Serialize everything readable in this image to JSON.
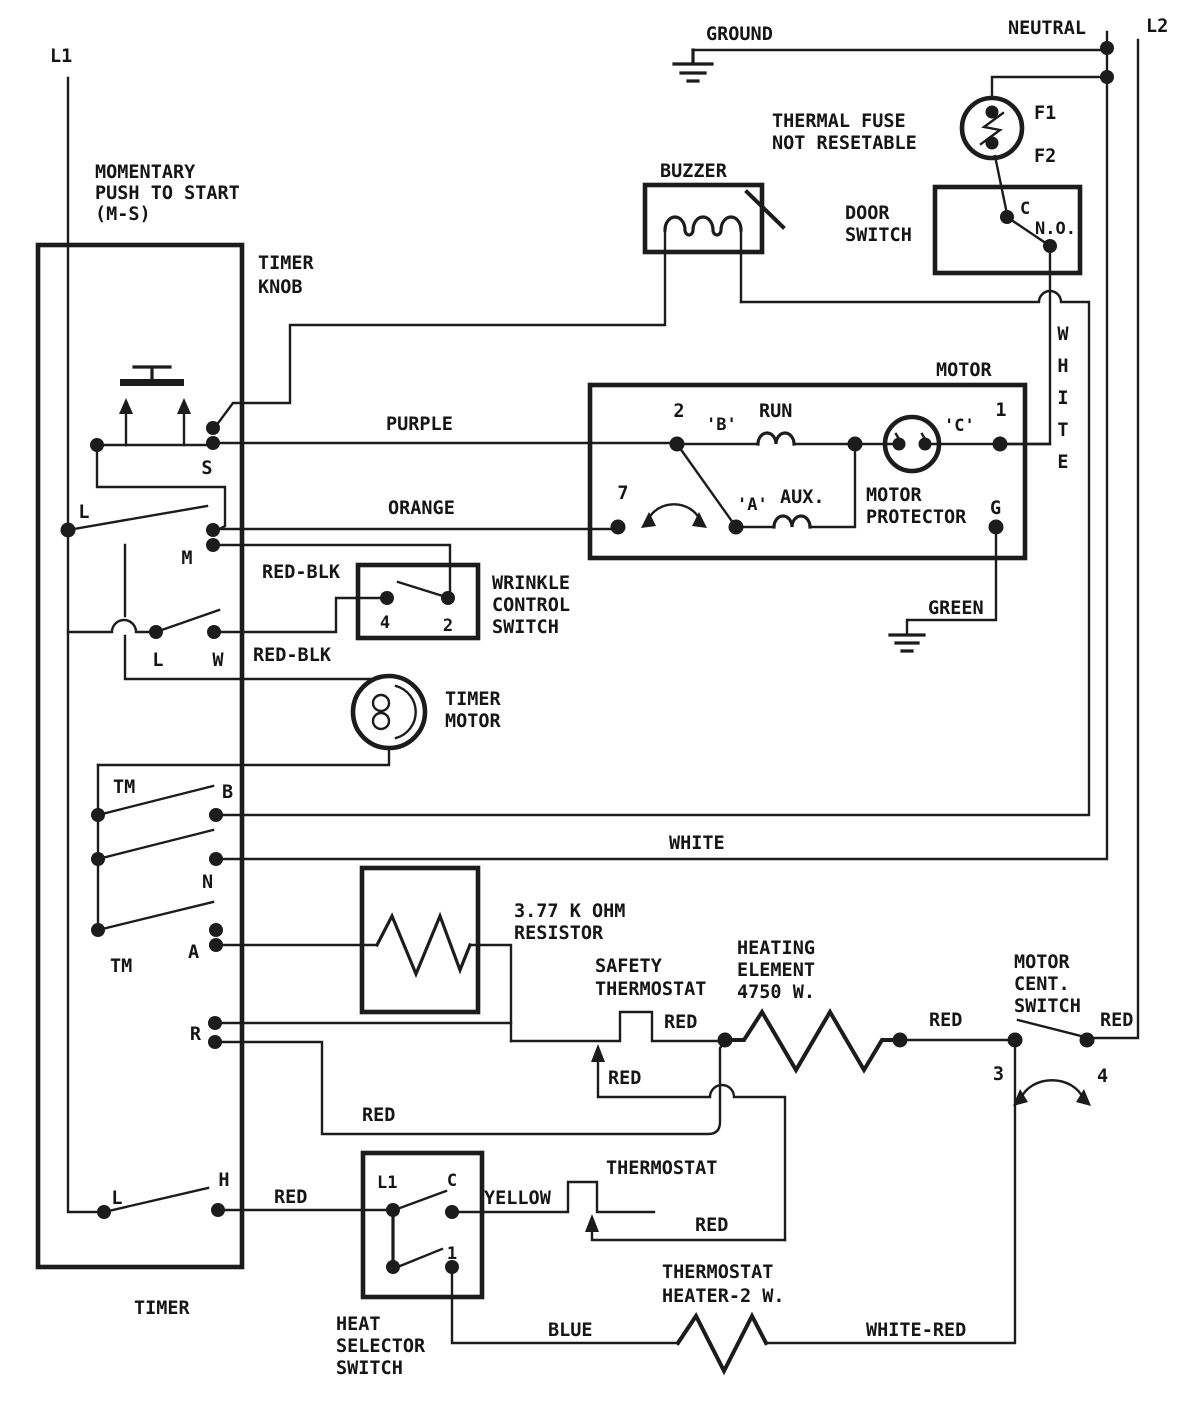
{
  "diagram_type": "appliance-wiring-schematic",
  "colors": {
    "ink": "#1c1c1c",
    "paper": "#ffffff"
  },
  "labels": {
    "l1": "L1",
    "l2": "L2",
    "ground": "GROUND",
    "neutral": "NEUTRAL",
    "thermal_fuse_line1": "THERMAL FUSE",
    "thermal_fuse_line2": "NOT RESETABLE",
    "f1": "F1",
    "f2": "F2",
    "buzzer": "BUZZER",
    "door_switch_line1": "DOOR",
    "door_switch_line2": "SWITCH",
    "door_c": "C",
    "door_no": "N.O.",
    "momentary_line1": "MOMENTARY",
    "momentary_line2": "PUSH TO START",
    "momentary_line3": "(M-S)",
    "timer_knob_line1": "TIMER",
    "timer_knob_line2": "KNOB",
    "timer_box": "TIMER",
    "contact_s": "S",
    "contact_l_upper": "L",
    "contact_m": "M",
    "contact_l_mid": "L",
    "contact_w": "W",
    "purple": "PURPLE",
    "orange": "ORANGE",
    "red_blk_upper": "RED-BLK",
    "red_blk_lower": "RED-BLK",
    "wrinkle_line1": "WRINKLE",
    "wrinkle_line2": "CONTROL",
    "wrinkle_line3": "SWITCH",
    "wrinkle_4": "4",
    "wrinkle_2": "2",
    "motor": "MOTOR",
    "motor_2": "2",
    "motor_b": "'B'",
    "motor_run": "RUN",
    "motor_c": "'C'",
    "motor_1": "1",
    "motor_7": "7",
    "motor_a": "'A'",
    "motor_aux": "AUX.",
    "motor_prot_line1": "MOTOR",
    "motor_prot_line2": "PROTECTOR",
    "motor_g": "G",
    "green": "GREEN",
    "white_vertical": "WHITE",
    "white_horizontal": "WHITE",
    "timer_motor_line1": "TIMER",
    "timer_motor_line2": "MOTOR",
    "tm_upper": "TM",
    "tm_lower": "TM",
    "contact_b": "B",
    "contact_n": "N",
    "contact_a": "A",
    "contact_r": "R",
    "resistor_line1": "3.77 K OHM",
    "resistor_line2": "RESISTOR",
    "safety_line1": "SAFETY",
    "safety_line2": "THERMOSTAT",
    "heating_line1": "HEATING",
    "heating_line2": "ELEMENT",
    "heating_line3": "4750 W.",
    "cent_line1": "MOTOR",
    "cent_line2": "CENT.",
    "cent_line3": "SWITCH",
    "cent_3": "3",
    "cent_4": "4",
    "red_safety_upper": "RED",
    "red_safety_lower": "RED",
    "red_heater_right": "RED",
    "red_cent_right": "RED",
    "red_r_wire": "RED",
    "red_lh": "RED",
    "red_thermostat": "RED",
    "thermostat": "THERMOSTAT",
    "yellow": "YELLOW",
    "contact_l_lower": "L",
    "contact_h": "H",
    "hs_l1": "L1",
    "hs_c": "C",
    "hs_1": "1",
    "heat_sel_line1": "HEAT",
    "heat_sel_line2": "SELECTOR",
    "heat_sel_line3": "SWITCH",
    "th_heater_line1": "THERMOSTAT",
    "th_heater_line2": "HEATER-2 W.",
    "blue": "BLUE",
    "white_red": "WHITE-RED"
  }
}
